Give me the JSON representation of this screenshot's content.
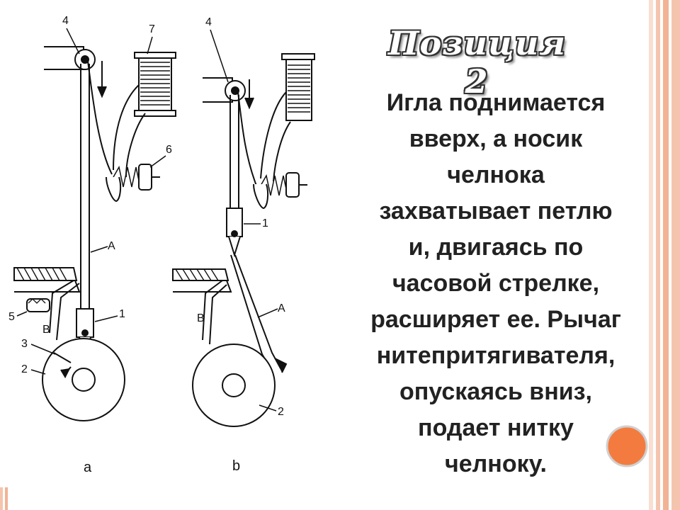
{
  "slide": {
    "title": "Позиция 2",
    "body_lines": [
      "Игла поднимается",
      "вверх, а носик",
      "челнока",
      "захватывает петлю",
      "и, двигаясь по",
      "часовой стрелке,",
      "расширяет ее. Рычаг",
      "нитепритягивателя,",
      "опускаясь вниз,",
      "подает нитку",
      "челноку."
    ]
  },
  "diagram": {
    "labels_a": {
      "n4": "4",
      "n7": "7",
      "n6": "6",
      "A": "A",
      "n1": "1",
      "n5": "5",
      "B": "B",
      "n3": "3",
      "n2": "2",
      "caption": "a"
    },
    "labels_b": {
      "n4": "4",
      "n1": "1",
      "A": "A",
      "B": "B",
      "n2": "2",
      "caption": "b"
    }
  },
  "colors": {
    "accent_orange": "#F47B3F",
    "stripe_pink": "#F5C4AE",
    "text": "#222222"
  }
}
